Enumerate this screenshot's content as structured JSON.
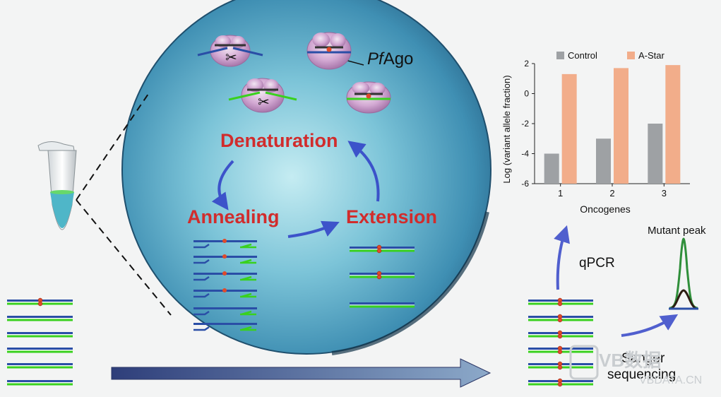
{
  "cycle": {
    "denaturation": "Denaturation",
    "annealing": "Annealing",
    "extension": "Extension"
  },
  "enzyme": {
    "label_italic": "Pf",
    "label_rest": "Ago"
  },
  "methods": {
    "qpcr": "qPCR",
    "sanger_line1": "Sanger",
    "sanger_line2": "sequencing"
  },
  "mutant_peak": "Mutant peak",
  "watermark": {
    "logo": "VB数据",
    "url": "VBDATA.CN"
  },
  "colors": {
    "sphere": "#4a9fbf",
    "cycle_text": "#d12c2c",
    "dna_blue": "#2a4ea6",
    "dna_green": "#39d11e",
    "mutation": "#e04a2a",
    "enzyme": "#c79cc8",
    "control": "#9ea1a4",
    "astar": "#f2ad8a",
    "peak_green": "#2f8f3a"
  },
  "chart_data": {
    "type": "bar",
    "categories": [
      "1",
      "2",
      "3"
    ],
    "series": [
      {
        "name": "Control",
        "values": [
          -4,
          -3,
          -2
        ]
      },
      {
        "name": "A-Star",
        "values": [
          1.3,
          1.7,
          1.9
        ]
      }
    ],
    "xlabel": "Oncogenes",
    "ylabel": "Log (variant allele fraction)",
    "ylim": [
      -6,
      2
    ],
    "yticks": [
      "2",
      "0",
      "-2",
      "-4",
      "-6"
    ],
    "legend": "top",
    "grid": false
  }
}
